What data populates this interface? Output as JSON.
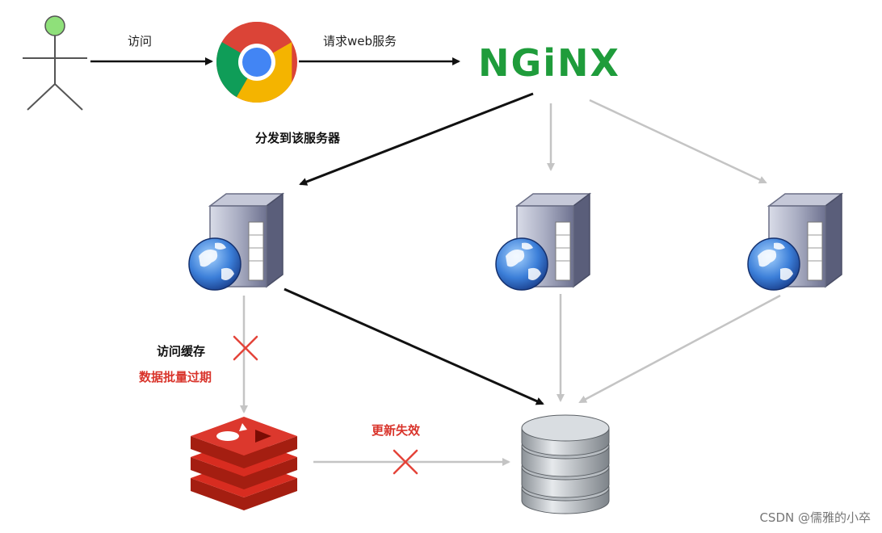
{
  "labels": {
    "visit": "访问",
    "request_web": "请求web服务",
    "dispatch": "分发到该服务器",
    "visit_cache": "访问缓存",
    "batch_expire": "数据批量过期",
    "update_fail": "更新失效"
  },
  "nginx_logo": "NGiNX",
  "watermark": "CSDN @儒雅的小卒",
  "colors": {
    "nginx_green": "#1f9c3b",
    "warning_red": "#d9342b",
    "active_arrow": "#111111",
    "inactive_arrow": "#c4c4c4",
    "redis_red": "#cf2d22"
  },
  "icons": [
    "user-stick-figure-icon",
    "chrome-browser-icon",
    "nginx-logo",
    "web-server-icon",
    "redis-icon",
    "database-icon",
    "cross-icon"
  ]
}
